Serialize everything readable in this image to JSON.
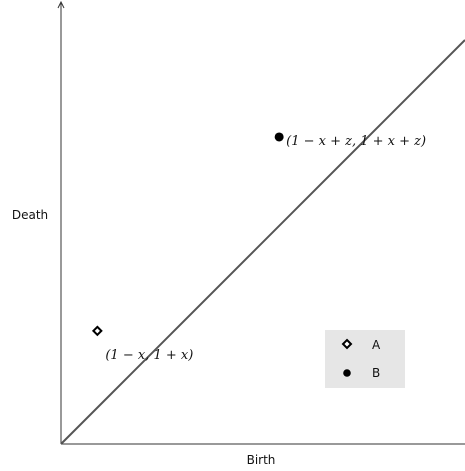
{
  "chart_data": {
    "type": "scatter",
    "title": "",
    "xlabel": "Birth",
    "ylabel": "Death",
    "xlim": [
      0,
      1
    ],
    "ylim": [
      0,
      1
    ],
    "grid": false,
    "diagonal": true,
    "legend": {
      "placement": "bottom-right",
      "entries": [
        {
          "label": "A",
          "marker": "diamond-open"
        },
        {
          "label": "B",
          "marker": "circle-filled"
        }
      ]
    },
    "series": [
      {
        "label": "A",
        "marker": "diamond-open",
        "points": [
          {
            "x": 0.09,
            "y": 0.28,
            "annotation": "(1 − x, 1 + x)"
          }
        ]
      },
      {
        "label": "B",
        "marker": "circle-filled",
        "points": [
          {
            "x": 0.54,
            "y": 0.76,
            "annotation": "(1 − x + z, 1 + x + z)"
          }
        ]
      }
    ],
    "colors": {
      "axis": "#333333",
      "diagonal": "#555555",
      "legend_bg": "#e6e6e6",
      "marker": "#000000"
    }
  }
}
